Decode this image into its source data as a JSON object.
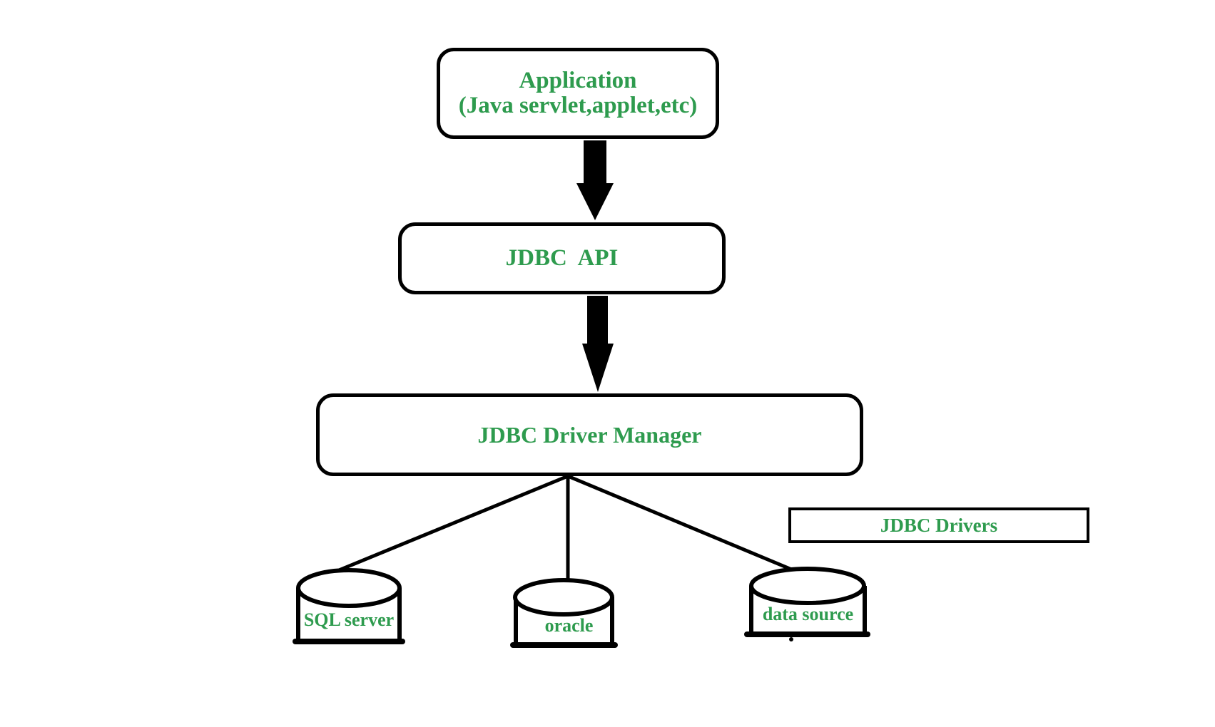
{
  "diagram": {
    "description": "JDBC architecture diagram",
    "colors": {
      "text_green": "#2e9b4e",
      "line_black": "#000000",
      "background": "#ffffff"
    },
    "nodes": {
      "application": {
        "line1": "Application",
        "line2": "(Java servlet,applet,etc)"
      },
      "jdbc_api": {
        "label": "JDBC  API"
      },
      "driver_manager": {
        "label": "JDBC Driver Manager"
      },
      "jdbc_drivers": {
        "label": "JDBC Drivers"
      },
      "sql_server": {
        "label": "SQL server"
      },
      "oracle": {
        "label": "oracle"
      },
      "data_source": {
        "label": "data source"
      }
    },
    "connections": [
      {
        "from": "application",
        "to": "jdbc_api",
        "style": "thick-arrow"
      },
      {
        "from": "jdbc_api",
        "to": "driver_manager",
        "style": "thick-arrow"
      },
      {
        "from": "driver_manager",
        "to": "sql_server",
        "style": "line"
      },
      {
        "from": "driver_manager",
        "to": "oracle",
        "style": "line"
      },
      {
        "from": "driver_manager",
        "to": "data_source",
        "style": "line"
      }
    ]
  }
}
